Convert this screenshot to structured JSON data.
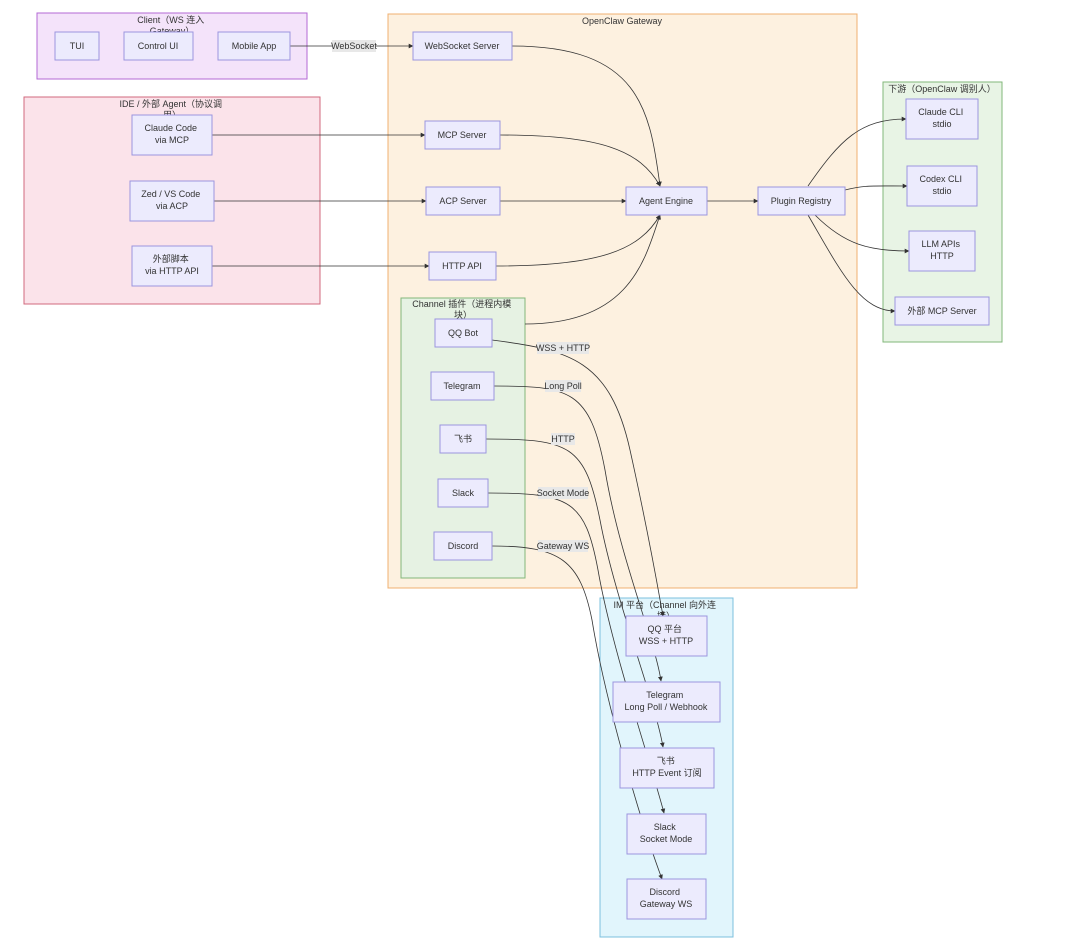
{
  "clusters": {
    "client": {
      "label_line1": "Client（WS 连入",
      "label_line2": "Gateway）"
    },
    "ide": {
      "label_line1": "IDE / 外部 Agent（协议调",
      "label_line2": "用）"
    },
    "gateway": {
      "label": "OpenClaw Gateway"
    },
    "channel": {
      "label_line1": "Channel 插件（进程内模",
      "label_line2": "块）"
    },
    "downstream": {
      "label": "下游（OpenClaw 调别人）"
    },
    "im": {
      "label_line1": "IM 平台（Channel 向外连",
      "label_line2": "接）"
    }
  },
  "nodes": {
    "tui": {
      "line1": "TUI"
    },
    "control_ui": {
      "line1": "Control UI"
    },
    "mobile_app": {
      "line1": "Mobile App"
    },
    "claude_code": {
      "line1": "Claude Code",
      "line2": "via MCP"
    },
    "zed_vscode": {
      "line1": "Zed / VS Code",
      "line2": "via ACP"
    },
    "ext_script": {
      "line1": "外部脚本",
      "line2": "via HTTP API"
    },
    "ws_server": {
      "line1": "WebSocket Server"
    },
    "mcp_server": {
      "line1": "MCP Server"
    },
    "acp_server": {
      "line1": "ACP Server"
    },
    "http_api": {
      "line1": "HTTP API"
    },
    "agent_engine": {
      "line1": "Agent Engine"
    },
    "plugin_registry": {
      "line1": "Plugin Registry"
    },
    "qq_bot": {
      "line1": "QQ Bot"
    },
    "telegram": {
      "line1": "Telegram"
    },
    "feishu": {
      "line1": "飞书"
    },
    "slack": {
      "line1": "Slack"
    },
    "discord": {
      "line1": "Discord"
    },
    "claude_cli": {
      "line1": "Claude CLI",
      "line2": "stdio"
    },
    "codex_cli": {
      "line1": "Codex CLI",
      "line2": "stdio"
    },
    "llm_apis": {
      "line1": "LLM APIs",
      "line2": "HTTP"
    },
    "ext_mcp": {
      "line1": "外部 MCP Server"
    },
    "qq_platform": {
      "line1": "QQ 平台",
      "line2": "WSS + HTTP"
    },
    "tg_platform": {
      "line1": "Telegram",
      "line2": "Long Poll / Webhook"
    },
    "fs_platform": {
      "line1": "飞书",
      "line2": "HTTP Event 订阅"
    },
    "slack_platform": {
      "line1": "Slack",
      "line2": "Socket Mode"
    },
    "discord_platform": {
      "line1": "Discord",
      "line2": "Gateway WS"
    }
  },
  "edge_labels": {
    "websocket": "WebSocket",
    "qq": "WSS + HTTP",
    "telegram": "Long Poll",
    "feishu": "HTTP",
    "slack": "Socket Mode",
    "discord": "Gateway WS"
  },
  "colors": {
    "client_fill": "#f4e3fa",
    "client_stroke": "#b36ad4",
    "ide_fill": "#fbe3ea",
    "ide_stroke": "#d26a7d",
    "gateway_fill": "#fdf1e0",
    "gateway_stroke": "#f0b070",
    "channel_fill": "#e6f2e3",
    "channel_stroke": "#82b77a",
    "downstream_fill": "#e8f4e5",
    "downstream_stroke": "#82b77a",
    "im_fill": "#e1f5fc",
    "im_stroke": "#7cc0de",
    "node_fill": "#ecebfd",
    "node_stroke": "#9b96de",
    "edge": "#333333"
  }
}
